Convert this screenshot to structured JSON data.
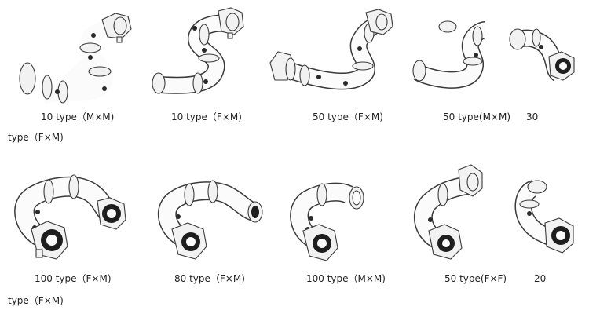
{
  "rows": [
    {
      "items": [
        {
          "name": "swivel-10-mxm",
          "caption": "10 type（M×M)"
        },
        {
          "name": "swivel-10-fxm",
          "caption": "10 type（F×M)"
        },
        {
          "name": "swivel-50-fxm",
          "caption": "50 type（F×M)"
        },
        {
          "name": "swivel-50-mxm",
          "caption": "50 type(M×M)"
        },
        {
          "name": "swivel-30-fxm",
          "caption": "30"
        }
      ],
      "wrap_caption": "type（F×M)"
    },
    {
      "items": [
        {
          "name": "swivel-100-fxm",
          "caption": "100 type（F×M)"
        },
        {
          "name": "swivel-80-fxm",
          "caption": "80 type（F×M)"
        },
        {
          "name": "swivel-100-mxm",
          "caption": "100 type（M×M)"
        },
        {
          "name": "swivel-50-fxf",
          "caption": "50 type(F×F)"
        },
        {
          "name": "swivel-20-fxm",
          "caption": "20"
        }
      ],
      "wrap_caption": "type（F×M)"
    }
  ],
  "colors": {
    "line": "#3a3a3a",
    "fill": "#fbfbfb",
    "dark": "#1e1e1e"
  }
}
